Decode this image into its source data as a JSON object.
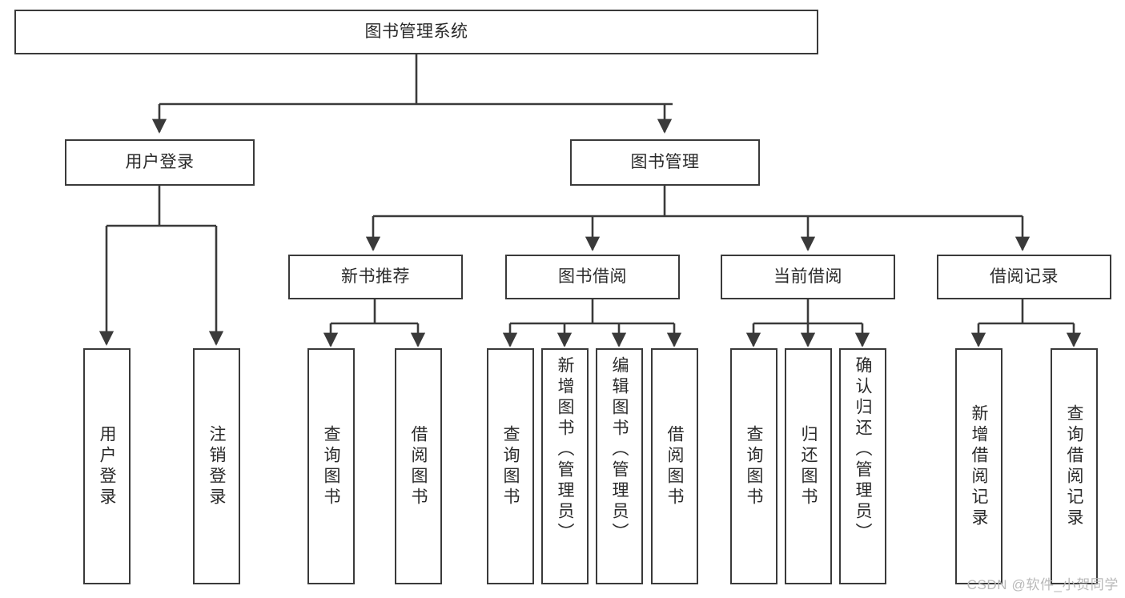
{
  "diagram": {
    "type": "tree",
    "title": "图书管理系统",
    "root": {
      "label": "图书管理系统"
    },
    "level2": [
      {
        "label": "用户登录"
      },
      {
        "label": "图书管理"
      }
    ],
    "level3": [
      {
        "label": "新书推荐"
      },
      {
        "label": "图书借阅"
      },
      {
        "label": "当前借阅"
      },
      {
        "label": "借阅记录"
      }
    ],
    "leaves": {
      "user_login": [
        {
          "label": "用户登录"
        },
        {
          "label": "注销登录"
        }
      ],
      "new_book_recommend": [
        {
          "label": "查询图书"
        },
        {
          "label": "借阅图书"
        }
      ],
      "book_borrow": [
        {
          "label": "查询图书"
        },
        {
          "label": "新增图书（管理员）"
        },
        {
          "label": "编辑图书（管理员）"
        },
        {
          "label": "借阅图书"
        }
      ],
      "current_borrow": [
        {
          "label": "查询图书"
        },
        {
          "label": "归还图书"
        },
        {
          "label": "确认归还（管理员）"
        }
      ],
      "borrow_record": [
        {
          "label": "新增借阅记录"
        },
        {
          "label": "查询借阅记录"
        }
      ]
    },
    "watermark": "CSDN @软件_小贺同学",
    "colors": {
      "stroke": "#3a3a3a",
      "text": "#2a2a2a",
      "background": "#ffffff",
      "watermark": "#b9b9b9"
    }
  }
}
